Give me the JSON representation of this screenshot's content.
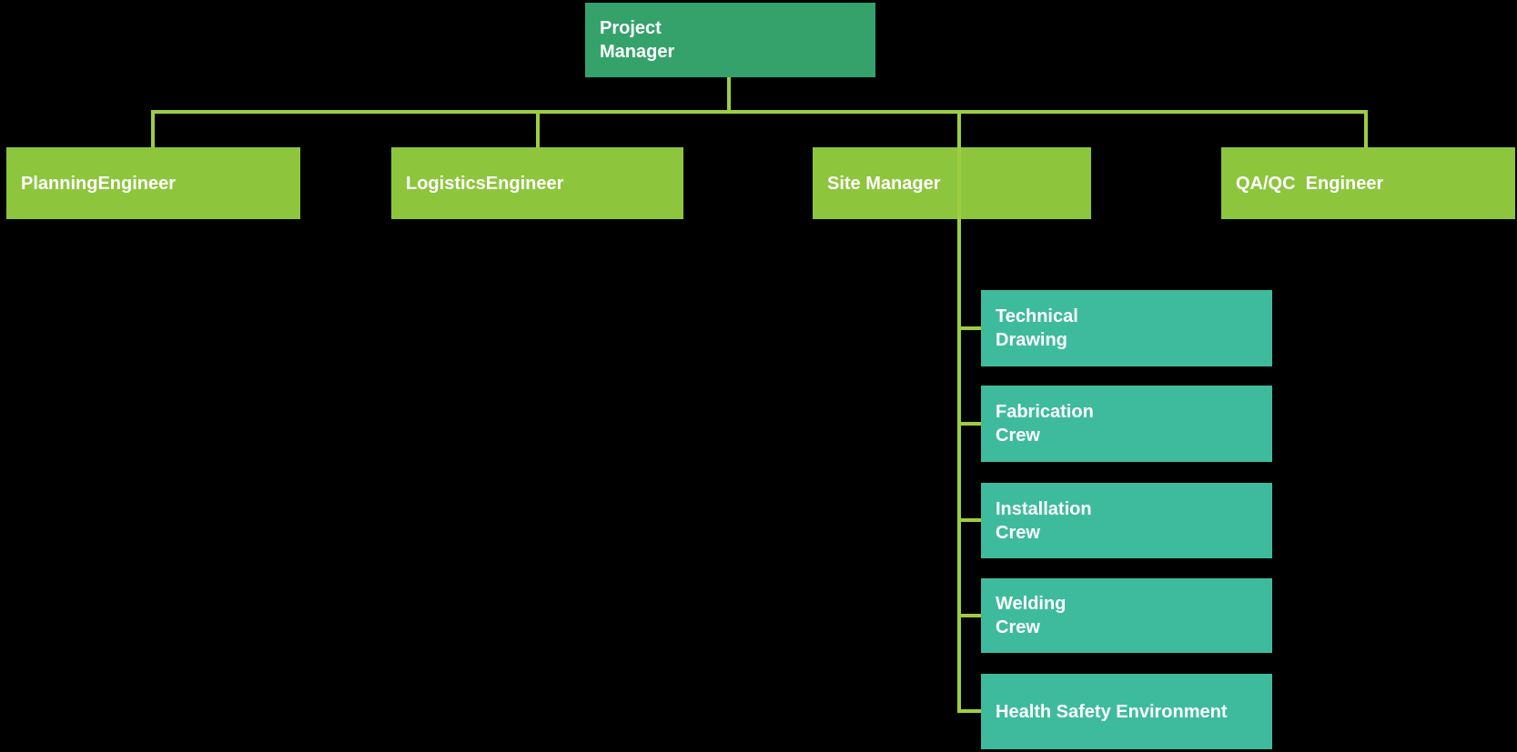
{
  "org_chart": {
    "type": "organization-chart",
    "root": {
      "label": "Project\nManager",
      "role": "root"
    },
    "level2": [
      {
        "label": "PlanningEngineer"
      },
      {
        "label": "LogisticsEngineer"
      },
      {
        "label": "Site Manager"
      },
      {
        "label": "QA/QC  Engineer"
      }
    ],
    "site_manager_children": [
      {
        "label": "Technical\nDrawing"
      },
      {
        "label": "Fabrication\nCrew"
      },
      {
        "label": "Installation\nCrew"
      },
      {
        "label": "Welding\nCrew"
      },
      {
        "label": "Health Safety Environment"
      }
    ]
  },
  "colors": {
    "background": "#000000",
    "root_box": "#35A26C",
    "level2_box": "#8DC53D",
    "child_box": "#3EBB9D",
    "connector": "#9ECE3F",
    "text": "#FFFFFF"
  }
}
